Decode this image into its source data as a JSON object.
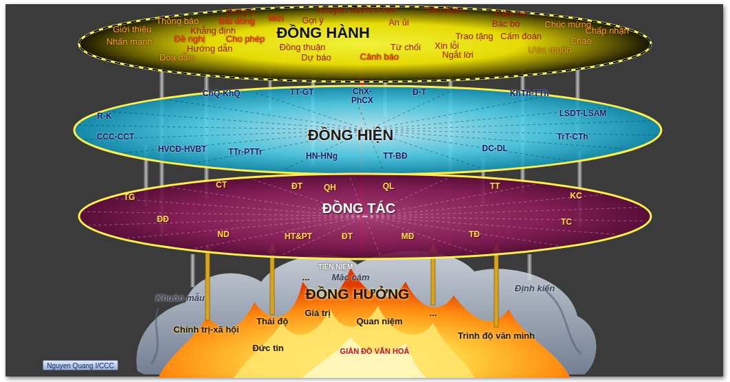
{
  "diagram": {
    "nodes": [
      {
        "text": [
          "ĐỒNG HÀNH"
        ]
      },
      {
        "text": [
          "ĐỒNG HIỆN"
        ]
      },
      {
        "text": [
          "ĐỒNG TÁC"
        ]
      },
      {
        "text": [
          "ĐỒNG HƯỞNG"
        ]
      },
      {
        "text": [
          "Nguyen Quang I/CCC"
        ]
      }
    ],
    "labels": [
      "Đồng ý",
      "Khuyên răn",
      "Hứa hẹn",
      "Tiên đoán",
      "Cảm ơn",
      "Thông báo",
      "Bất đồng",
      "Mời",
      "Gợi ý",
      "An ủi",
      "Bác bỏ",
      "Chúc mừng",
      "Giới thiệu",
      "Khẳng định",
      "Chấp nhận",
      "Đề nghị",
      "Cho phép",
      "Nhấn mạnh",
      "Trao tặng",
      "Cấm đoán",
      "Chào",
      "Xin lỗi",
      "Hướng dẫn",
      "Đồng thuận",
      "Từ chối",
      "Ước muốn",
      "Ngắt lời",
      "Doạ dẫm",
      "Dự báo",
      "Cảnh báo",
      "ChQ-KhQ",
      "TT-GT",
      "ChX-PhCX",
      "Đ-T",
      "KhTh-TTh",
      "R-K",
      "LSDT-LSAM",
      "CCC-CCT",
      "TrT-CTh",
      "HVCĐ-HVBT",
      "TTr-PTTr",
      "HN-HNg",
      "TT-BĐ",
      "DC-DL",
      "TG",
      "CT",
      "ĐT",
      "QH",
      "QL",
      "TT",
      "KC",
      "ĐĐ",
      "ND",
      "HT&PT",
      "ĐT",
      "MĐ",
      "TĐ",
      "TC",
      "TIỀN NIỆM",
      "...",
      "Mặc cảm",
      "Khuôn mẫu",
      "Định kiến",
      "Giá trị",
      "Thái độ",
      "Quan niệm",
      "...",
      "Chính trị-xã hội",
      "Trình độ văn minh",
      "Đức tin",
      "GIẢN ĐỒ VĂN HOÁ"
    ]
  }
}
